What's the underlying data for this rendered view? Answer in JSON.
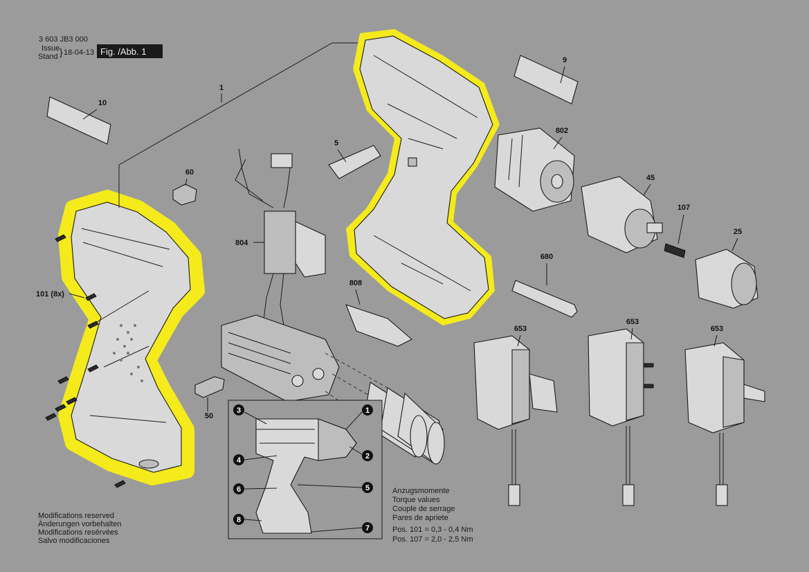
{
  "header": {
    "doc_number": "3 603 JB3 000",
    "issue_label": "Issue",
    "stand_label": "Stand",
    "issue_date": "18-04-13",
    "fig_label": "Fig. /Abb. 1"
  },
  "parts": {
    "p1": "1",
    "p5": "5",
    "p9": "9",
    "p10": "10",
    "p25": "25",
    "p45": "45",
    "p50": "50",
    "p60": "60",
    "p101": "101 (8x)",
    "p107": "107",
    "p653a": "653",
    "p653b": "653",
    "p653c": "653",
    "p680": "680",
    "p802": "802",
    "p804": "804",
    "p808": "808"
  },
  "inset": {
    "bubbles": [
      "1",
      "2",
      "3",
      "4",
      "5",
      "6",
      "7",
      "8"
    ]
  },
  "torque": {
    "lines": [
      "Anzugsmomente",
      "Torque values",
      "Couple de serrage",
      "Pares de apriete",
      "Pos. 101  =  0,3 - 0,4 Nm",
      "Pos. 107  =  2,0 - 2,5 Nm"
    ]
  },
  "notes": {
    "lines": [
      "Modifications reserved",
      "Änderungen vorbehalten",
      "Modifications resérvées",
      "Salvo modificaciones"
    ]
  },
  "colors": {
    "background": "#9b9b9b",
    "highlight": "#f4ea1c"
  }
}
